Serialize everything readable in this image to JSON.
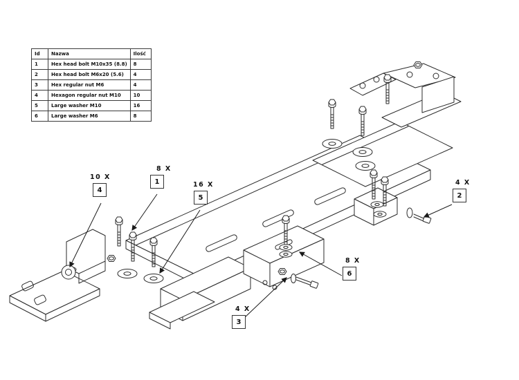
{
  "table": {
    "headers": [
      "Id",
      "Nazwa",
      "Ilość"
    ],
    "rows": [
      {
        "id": "1",
        "name": "Hex head bolt M10x35 (8.8)",
        "qty": "8"
      },
      {
        "id": "2",
        "name": "Hex head bolt M6x20 (5.6)",
        "qty": "4"
      },
      {
        "id": "3",
        "name": "Hex regular nut M6",
        "qty": "4"
      },
      {
        "id": "4",
        "name": "Hexagon regular nut M10",
        "qty": "10"
      },
      {
        "id": "5",
        "name": "Large washer M10",
        "qty": "16"
      },
      {
        "id": "6",
        "name": "Large washer M6",
        "qty": "8"
      }
    ]
  },
  "callouts": {
    "c1": {
      "qty": "8 X",
      "ref": "1"
    },
    "c2": {
      "qty": "4 X",
      "ref": "2"
    },
    "c3": {
      "qty": "4 X",
      "ref": "3"
    },
    "c4": {
      "qty": "10 X",
      "ref": "4"
    },
    "c5": {
      "qty": "16 X",
      "ref": "5"
    },
    "c6": {
      "qty": "8 X",
      "ref": "6"
    }
  },
  "colors": {
    "line": "#2a2a2a",
    "background": "#ffffff"
  }
}
